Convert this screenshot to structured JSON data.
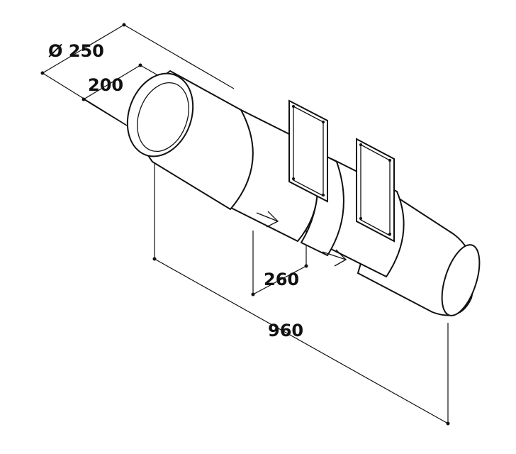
{
  "title": "Inline duct fan dimension drawing",
  "dimensions": {
    "outer_diameter": "Ø 250",
    "inlet_diameter": "200",
    "fan_length": "260",
    "total_length": "960"
  },
  "colors": {
    "line": "#111111",
    "background": "#ffffff"
  }
}
